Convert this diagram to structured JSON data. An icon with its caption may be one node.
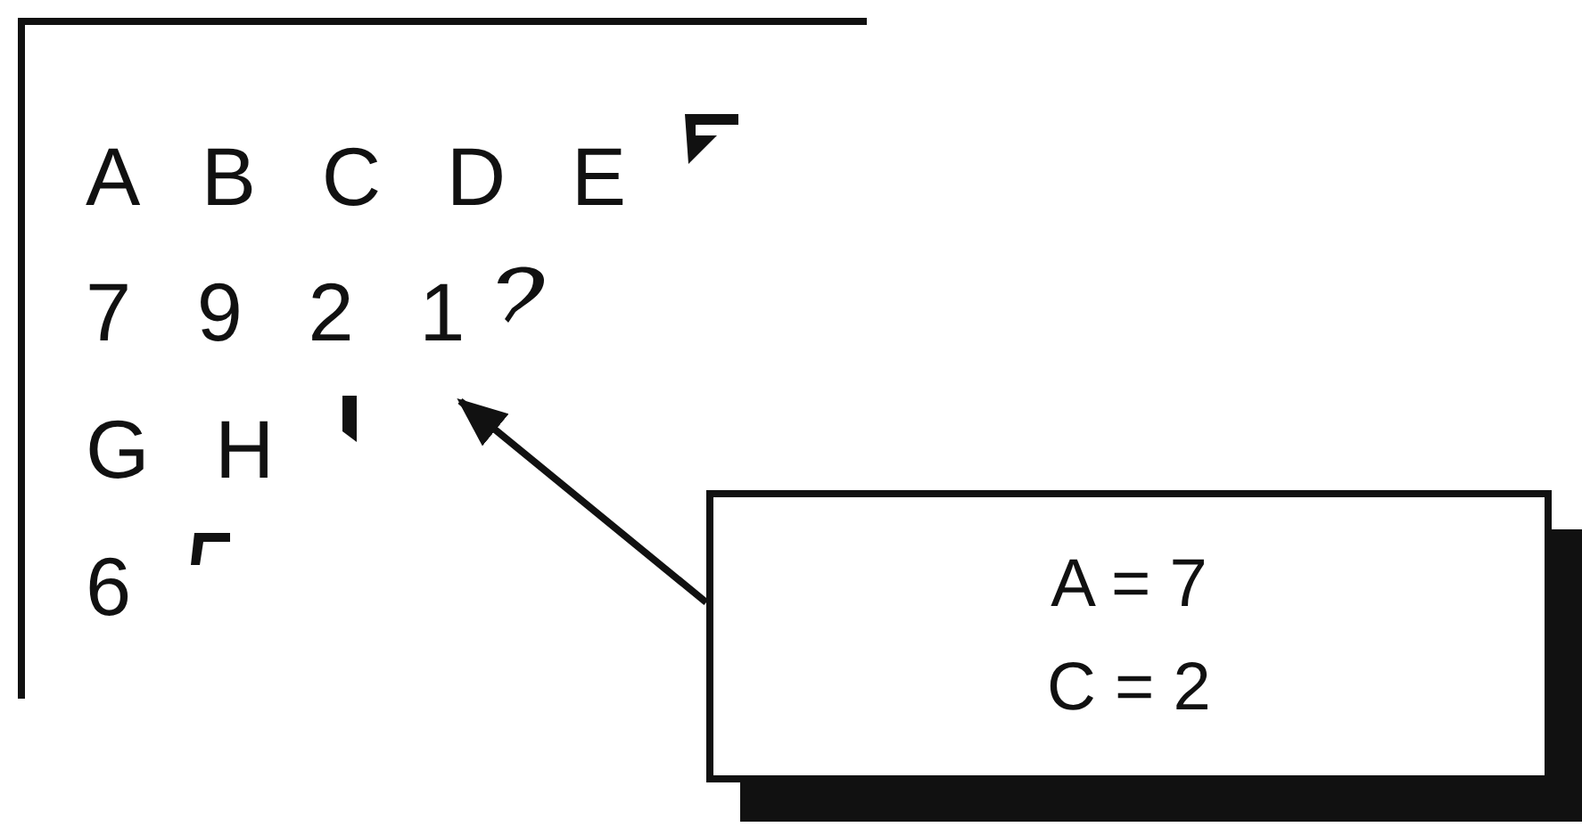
{
  "diagram": {
    "nodes": [
      {
        "text": [
          "A B C D E",
          "7 9 2 1",
          "G H",
          "6"
        ]
      },
      {
        "text": [
          "A = 7",
          "C = 2"
        ]
      }
    ],
    "edges": [
      {
        "from": 1,
        "to": 0,
        "arrow": "to"
      }
    ]
  }
}
